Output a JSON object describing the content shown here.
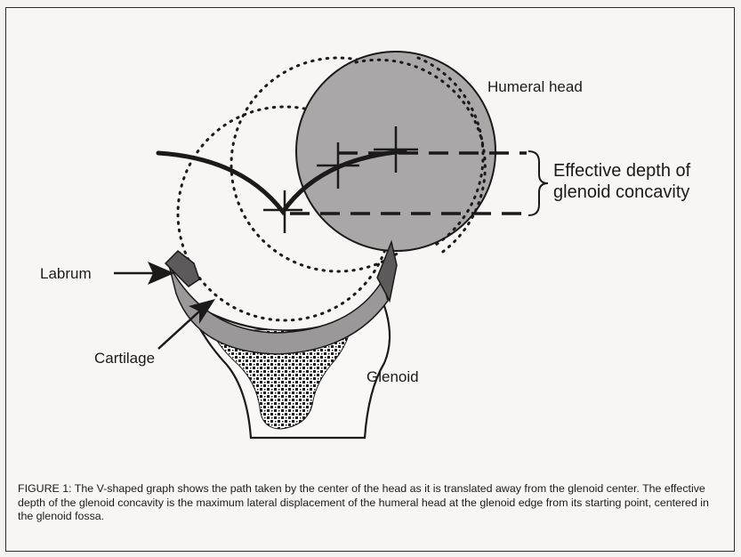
{
  "labels": {
    "humeral_head": "Humeral head",
    "effective_depth_line1": "Effective depth of",
    "effective_depth_line2": "glenoid concavity",
    "labrum": "Labrum",
    "cartilage": "Cartilage",
    "glenoid": "Glenoid"
  },
  "caption": "FIGURE 1:  The V-shaped graph shows the path taken by the center of the head as it is translated away from the glenoid center.  The effective depth of the glenoid concavity is the maximum lateral displacement of the humeral head at the glenoid edge from its starting point, centered in the glenoid fossa.",
  "colors": {
    "head_fill": "#a9a7a7",
    "cartilage_fill": "#9a9898",
    "labrum_fill": "#5c5a5a",
    "ink": "#1a1a1a",
    "background": "#f7f6f4"
  }
}
